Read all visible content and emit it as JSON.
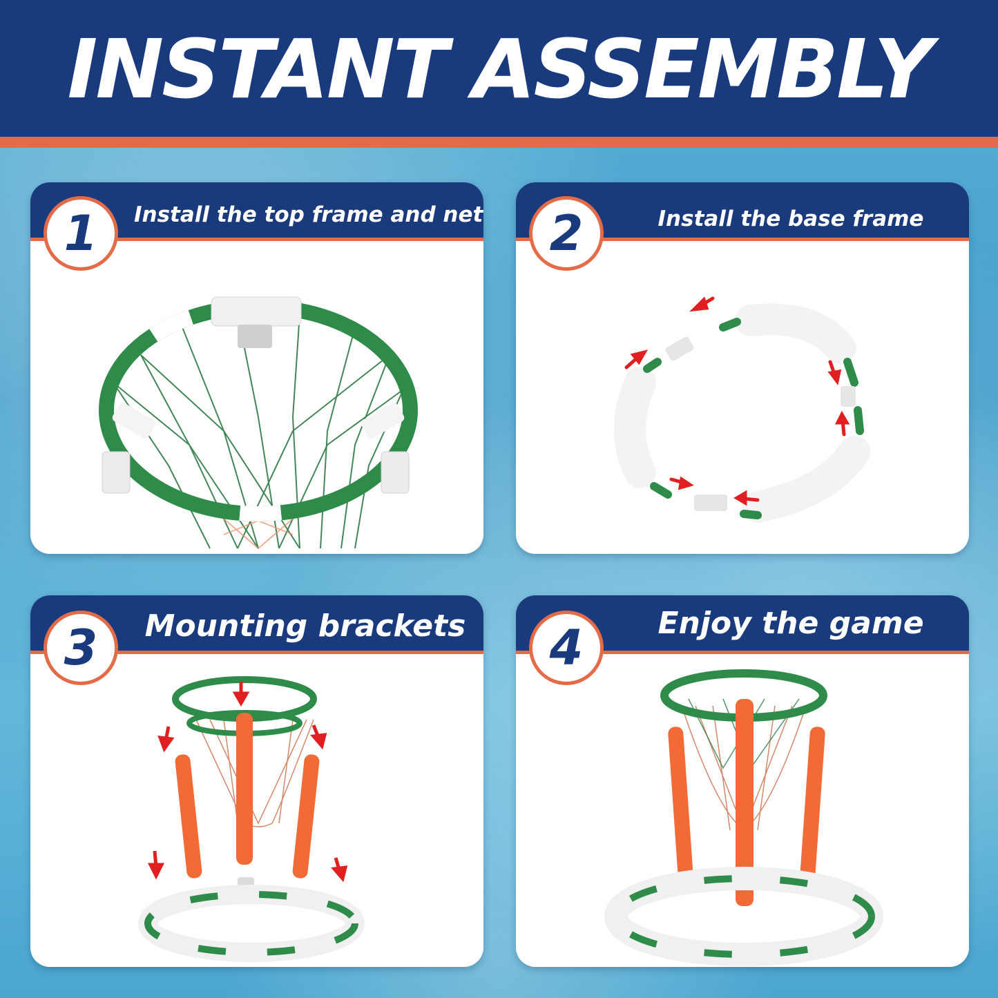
{
  "header": {
    "title": "INSTANT ASSEMBLY"
  },
  "steps": [
    {
      "number": "1",
      "label": "Install the top frame and net"
    },
    {
      "number": "2",
      "label": "Install the base frame"
    },
    {
      "number": "3",
      "label": "Mounting brackets"
    },
    {
      "number": "4",
      "label": "Enjoy the game"
    }
  ],
  "colors": {
    "navy": "#1a3a7e",
    "orange": "#e46b48",
    "green": "#2e8b4a",
    "pole": "#f26a36",
    "arrow": "#e02020",
    "water": "#4aa6cf"
  },
  "icons": [
    "hoop-net-icon",
    "base-frame-icon",
    "arrow-icon",
    "pole-icon"
  ]
}
